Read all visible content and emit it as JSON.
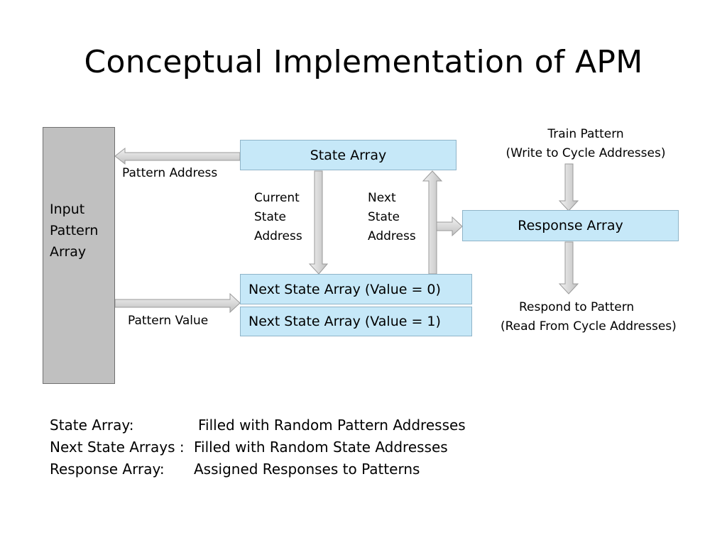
{
  "title": "Conceptual Implementation of APM",
  "diagram": {
    "input_pattern_array": [
      "Input",
      "Pattern",
      "Array"
    ],
    "state_array": "State Array",
    "next_state_array_0": "Next State Array (Value = 0)",
    "next_state_array_1": "Next State Array (Value = 1)",
    "response_array": "Response Array",
    "pattern_address": "Pattern Address",
    "pattern_value": "Pattern Value",
    "current_state_address": [
      "Current",
      "State",
      "Address"
    ],
    "next_state_address": [
      "Next",
      "State",
      "Address"
    ],
    "train_pattern": [
      "Train Pattern",
      "(Write to Cycle Addresses)"
    ],
    "respond_to_pattern": [
      "Respond to Pattern",
      "(Read From Cycle Addresses)"
    ]
  },
  "legend": [
    {
      "key": "State Array:",
      "value": "Filled with Random Pattern Addresses"
    },
    {
      "key": "Next State Arrays :",
      "value": "Filled with Random State Addresses"
    },
    {
      "key": "Response Array:",
      "value": "Assigned Responses to Patterns"
    }
  ]
}
